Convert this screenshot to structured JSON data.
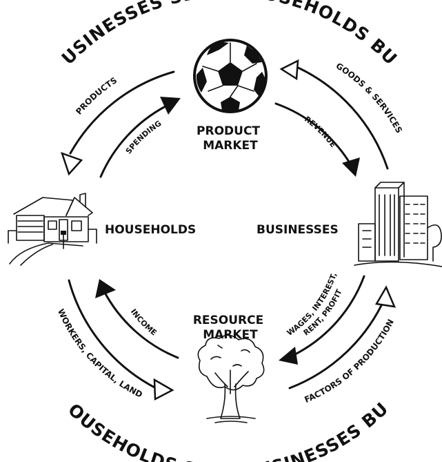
{
  "arc_titles": {
    "top": "BUSINESSES SELL, HOUSEHOLDS BUY",
    "bottom": "HOUSEHOLDS SELL, BUSINESSES BUY"
  },
  "nodes": {
    "product_market": [
      "PRODUCT",
      "MARKET"
    ],
    "resource_market": [
      "RESOURCE",
      "MARKET"
    ],
    "households": "HOUSEHOLDS",
    "businesses": "BUSINESSES"
  },
  "flows": {
    "products": "PRODUCTS",
    "spending": "SPENDING",
    "goods_services": "GOODS & SERVICES",
    "revenue": "REVENUE",
    "income": "INCOME",
    "workers_capital_land": "WORKERS, CAPITAL, LAND",
    "wages_interest": "WAGES, INTEREST,",
    "rent_profit": "RENT, PROFIT",
    "factors_of_production": "FACTORS OF PRODUCTION"
  },
  "icons": {
    "product_market": "soccer-ball-icon",
    "resource_market": "tree-icon",
    "households": "house-icon",
    "businesses": "office-buildings-icon"
  }
}
